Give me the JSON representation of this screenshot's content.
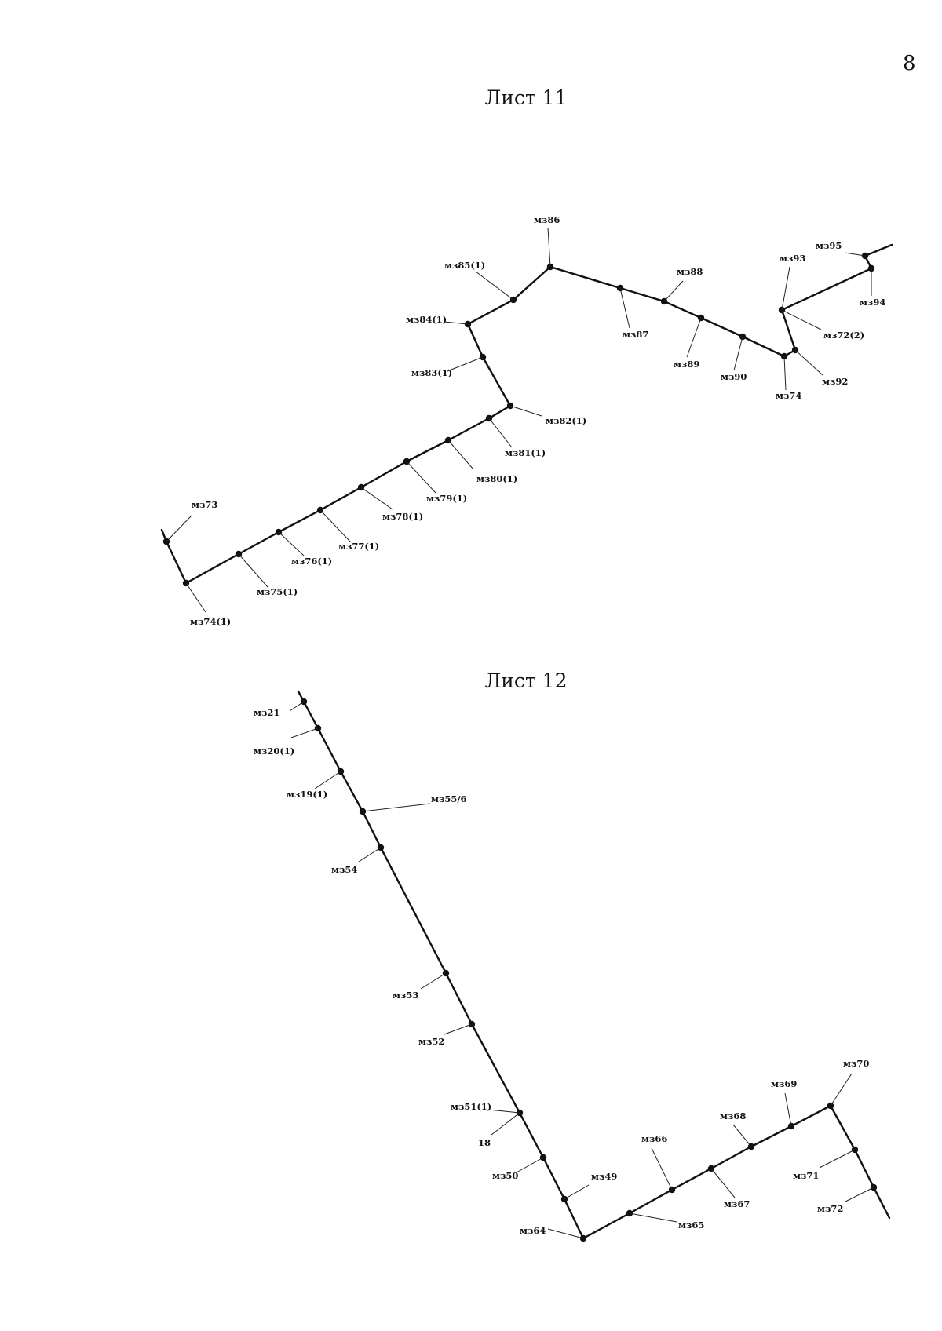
{
  "page_number": "8",
  "sheets": [
    {
      "title": "Лист 11",
      "labels": [
        "мз86",
        "мз85(1)",
        "мз84(1)",
        "мз83(1)",
        "мз82(1)",
        "мз81(1)",
        "мз80(1)",
        "мз79(1)",
        "мз78(1)",
        "мз77(1)",
        "мз76(1)",
        "мз75(1)",
        "мз74(1)",
        "мз73",
        "мз87",
        "мз88",
        "мз89",
        "мз90",
        "мз74",
        "мз92",
        "мз72(2)",
        "мз93",
        "мз94",
        "мз95"
      ]
    },
    {
      "title": "Лист 12",
      "labels": [
        "мз21",
        "мз20(1)",
        "мз19(1)",
        "мз55/6",
        "мз54",
        "мз53",
        "мз52",
        "мз51(1)",
        "18",
        "мз50",
        "мз49",
        "мз64",
        "мз65",
        "мз66",
        "мз67",
        "мз68",
        "мз69",
        "мз70",
        "мз71",
        "мз72"
      ]
    }
  ]
}
